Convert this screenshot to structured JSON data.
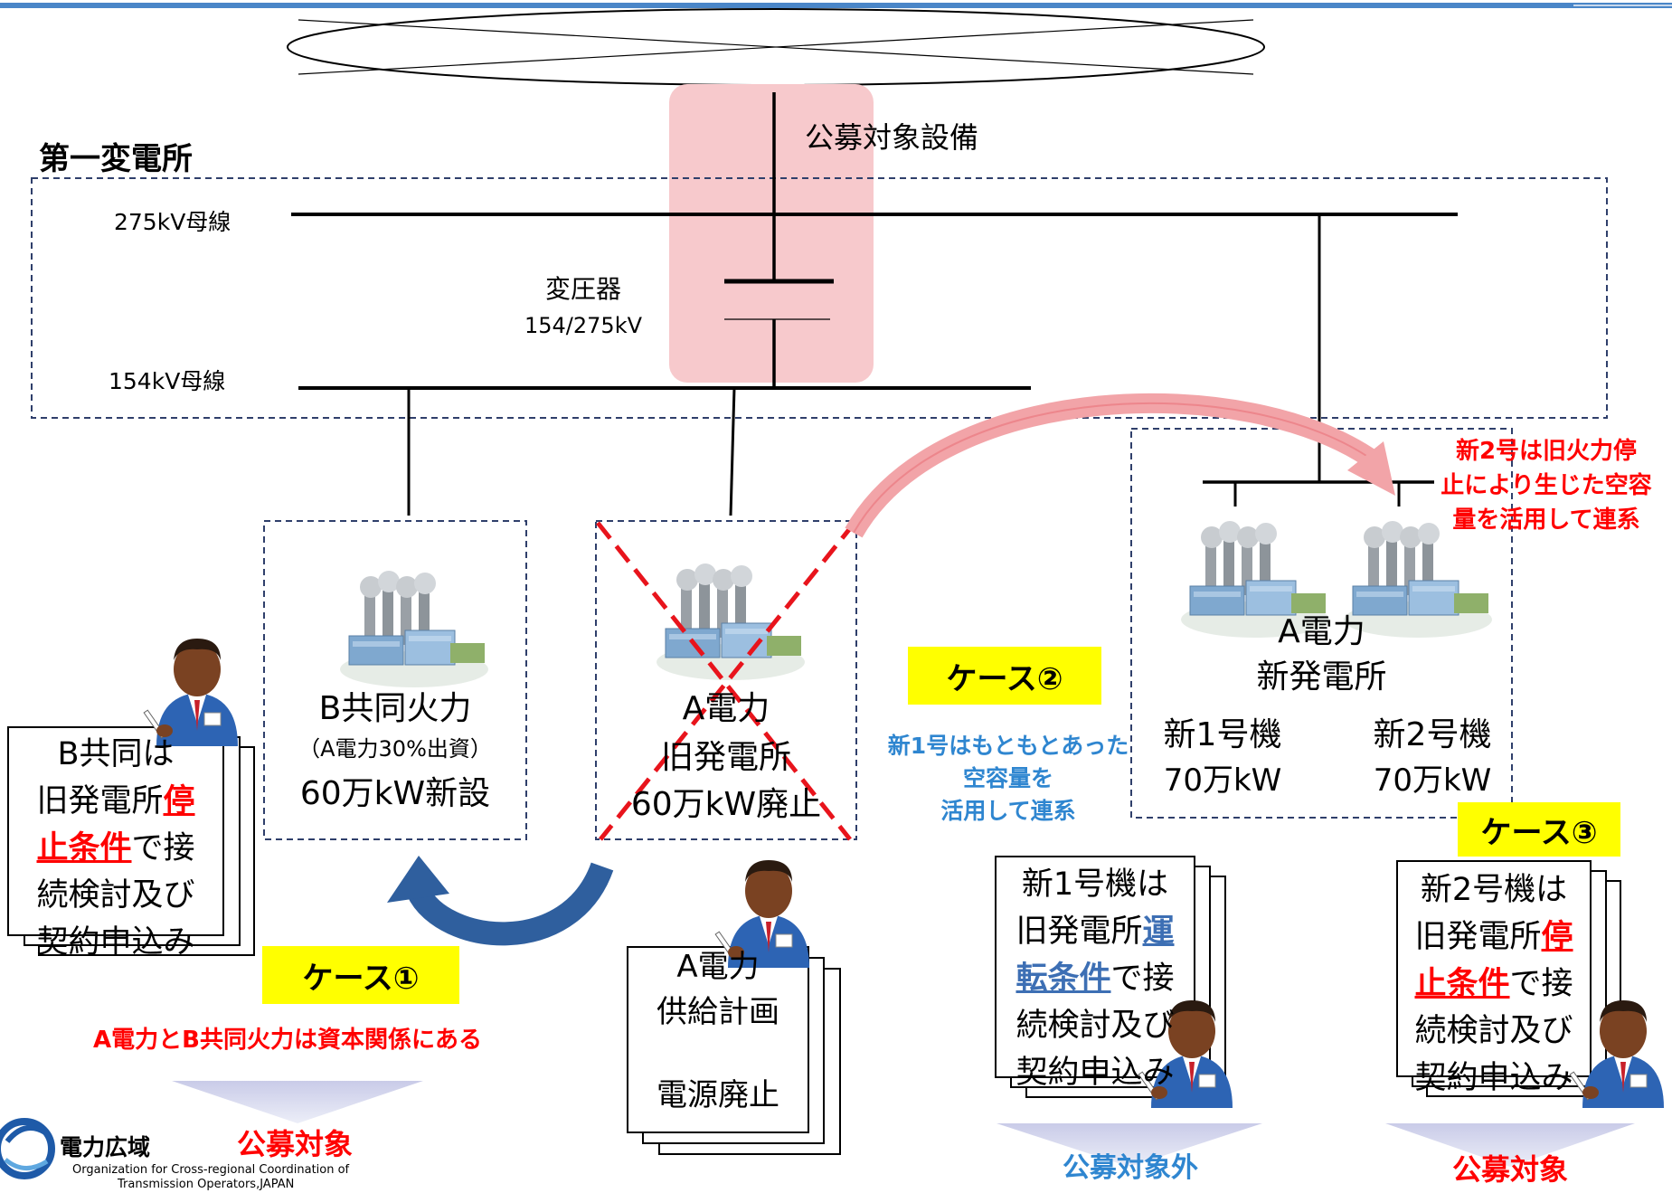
{
  "header": {
    "accent_color": "#4a86c8"
  },
  "diagram": {
    "top_label": "公募対象設備",
    "substation_name": "第一変電所",
    "bus_275": "275kV母線",
    "bus_154": "154kV母線",
    "transformer_name": "変圧器",
    "transformer_rating": "154/275kV"
  },
  "plants": {
    "b": {
      "name": "B共同火力",
      "note": "（A電力30%出資）",
      "capacity": "60万kW新設"
    },
    "a_old": {
      "line1": "A電力",
      "line2": "旧発電所",
      "line3": "60万kW廃止"
    },
    "a_new": {
      "line1": "A電力",
      "line2": "新発電所",
      "unit1": "新1号機",
      "unit1_cap": "70万kW",
      "unit2": "新2号機",
      "unit2_cap": "70万kW"
    }
  },
  "cases": {
    "case1": "ケース①",
    "case2": "ケース②",
    "case3": "ケース③",
    "case1_note": "A電力とB共同火力は資本関係にある",
    "case2_note": [
      "新1号はもともとあった",
      "空容量を",
      "活用して連系"
    ],
    "case3_note": [
      "新2号は旧火力停",
      "止により生じた空容",
      "量を活用して連系"
    ]
  },
  "documents": {
    "b_doc": {
      "l1": "B共同は",
      "l2a": "旧発電所",
      "l2b": "停",
      "l3a": "止条件",
      "l3b": "で接",
      "l4": "続検討及び",
      "l5": "契約申込み"
    },
    "a_doc": {
      "l1": "A電力",
      "l2": "供給計画",
      "l3": "電源廃止"
    },
    "new1_doc": {
      "l1": "新1号機は",
      "l2a": "旧発電所",
      "l2b": "運",
      "l3a": "転条件",
      "l3b": "で接",
      "l4": "続検討及び",
      "l5": "契約申込み"
    },
    "new2_doc": {
      "l1": "新2号機は",
      "l2a": "旧発電所",
      "l2b": "停",
      "l3a": "止条件",
      "l3b": "で接",
      "l4": "続検討及び",
      "l5": "契約申込み"
    }
  },
  "results": {
    "left": "公募対象",
    "middle": "公募対象外",
    "right": "公募対象"
  },
  "logo": {
    "name": "電力広域",
    "org_line1": "Organization for Cross-regional Coordination of",
    "org_line2": "Transmission Operators,JAPAN"
  }
}
